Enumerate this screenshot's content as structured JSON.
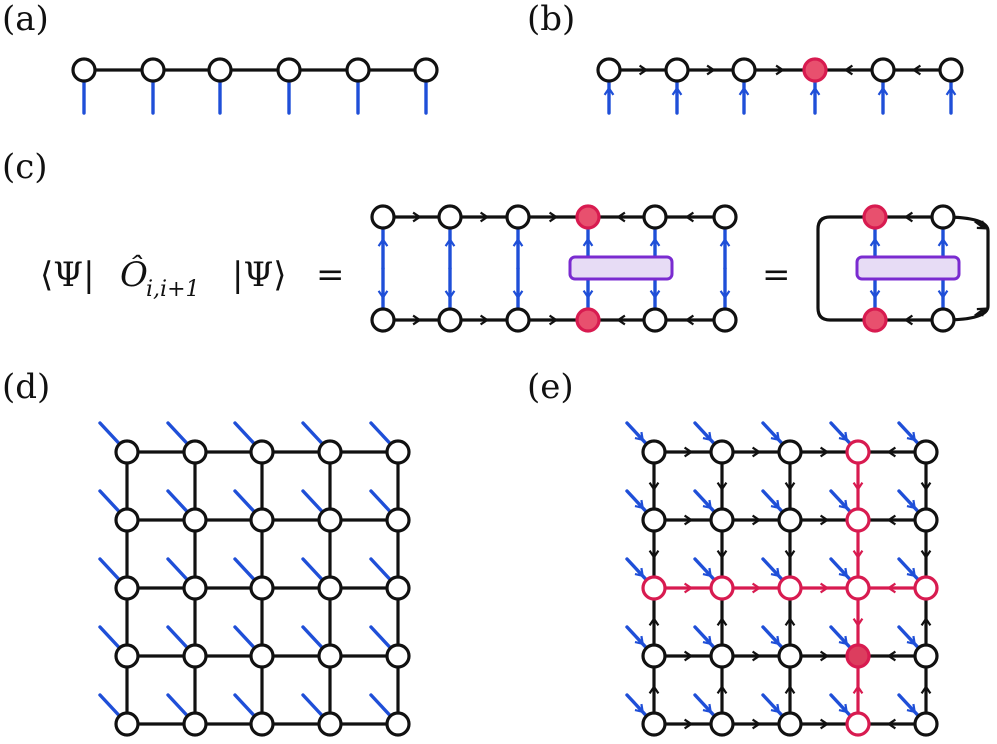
{
  "panels": [
    {
      "label": "(a)"
    },
    {
      "label": "(b)"
    },
    {
      "label": "(c)"
    },
    {
      "label": "(d)"
    },
    {
      "label": "(e)"
    }
  ],
  "equation": {
    "bra": "⟨Ψ|",
    "op": "Ô",
    "sub": "i,i+1",
    "ket": "|Ψ⟩",
    "eq1": "=",
    "eq2": "="
  },
  "colors": {
    "bond": "#111111",
    "physical": "#1f4fd8",
    "center": "#e8506e",
    "center_stroke": "#d81b50",
    "operator_fill": "#e7dcf5",
    "operator_stroke": "#7a2bd0",
    "node_fill": "#ffffff"
  }
}
